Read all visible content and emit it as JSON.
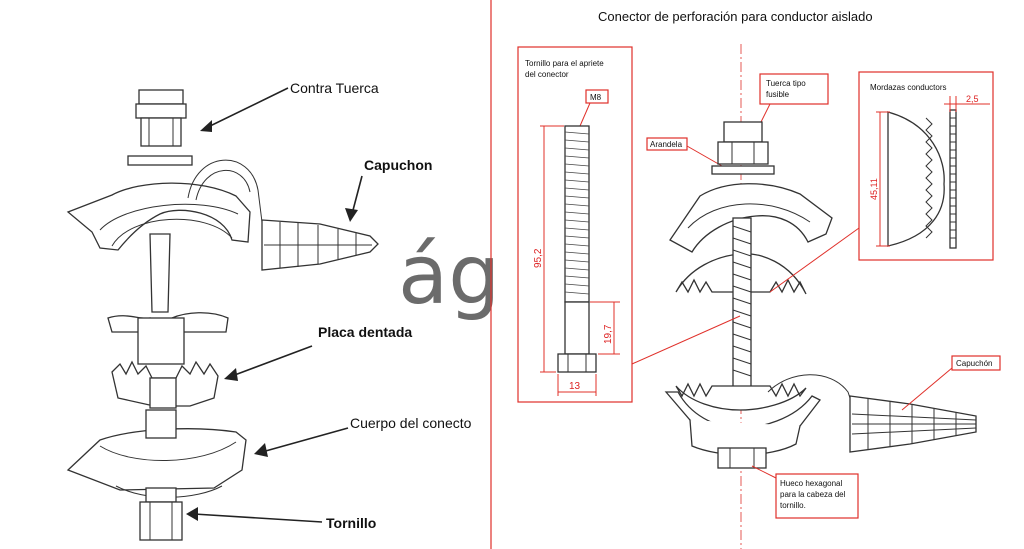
{
  "left": {
    "labels": {
      "contra_tuerca": "Contra Tuerca",
      "capuchon": "Capuchon",
      "placa_dentada": "Placa dentada",
      "cuerpo": "Cuerpo del conecto",
      "tornillo": "Tornillo"
    },
    "watermark": "ág"
  },
  "right": {
    "title": "Conector de perforación para conductor aislado",
    "bolt_box": {
      "title_line1": "Tornillo para el apriete",
      "title_line2": "del conector",
      "thread": "M8",
      "dim_length": "95,2",
      "dim_head": "19,7",
      "dim_width": "13"
    },
    "tuerca_fusible": {
      "line1": "Tuerca tipo",
      "line2": "fusible"
    },
    "arandela": "Arandela",
    "mordazas": {
      "title": "Mordazas conductors",
      "dim_height": "45,11",
      "dim_width": "2,5"
    },
    "capuchon": "Capuchón",
    "hueco": {
      "line1": "Hueco hexagonal",
      "line2": "para la cabeza del",
      "line3": "tornillo."
    }
  },
  "colors": {
    "annotation_red": "#e0302a",
    "line": "#333333"
  }
}
